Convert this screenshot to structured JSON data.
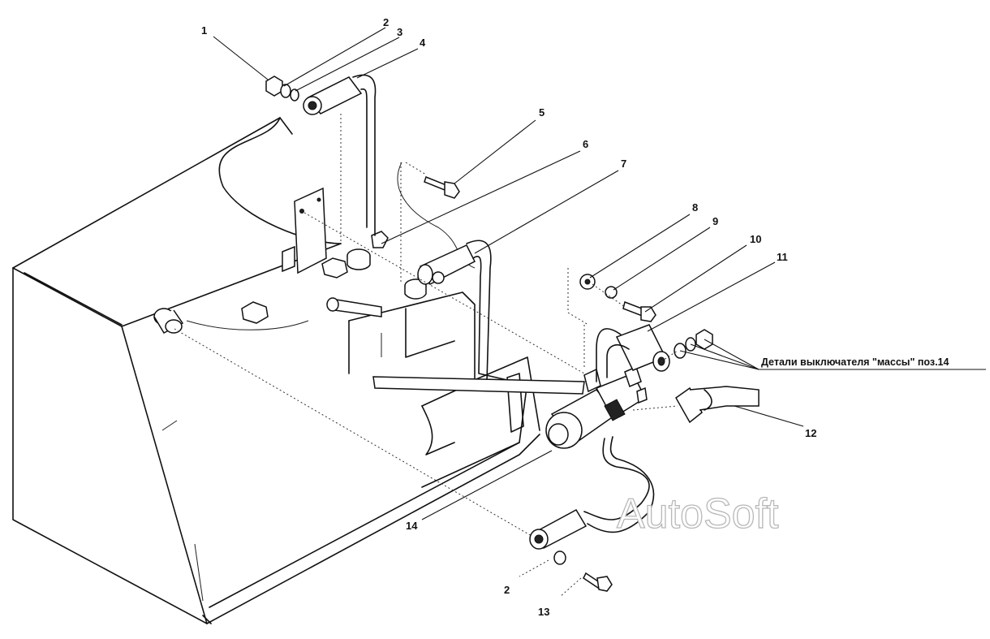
{
  "callouts": {
    "c1": "1",
    "c2_top": "2",
    "c3": "3",
    "c4": "4",
    "c5": "5",
    "c6": "6",
    "c7": "7",
    "c8": "8",
    "c9": "9",
    "c10": "10",
    "c11": "11",
    "c12": "12",
    "c14": "14",
    "c2_bottom": "2",
    "c13": "13"
  },
  "note": "Детали выключателя \"массы\" поз.14",
  "watermark": "AutoSoft"
}
